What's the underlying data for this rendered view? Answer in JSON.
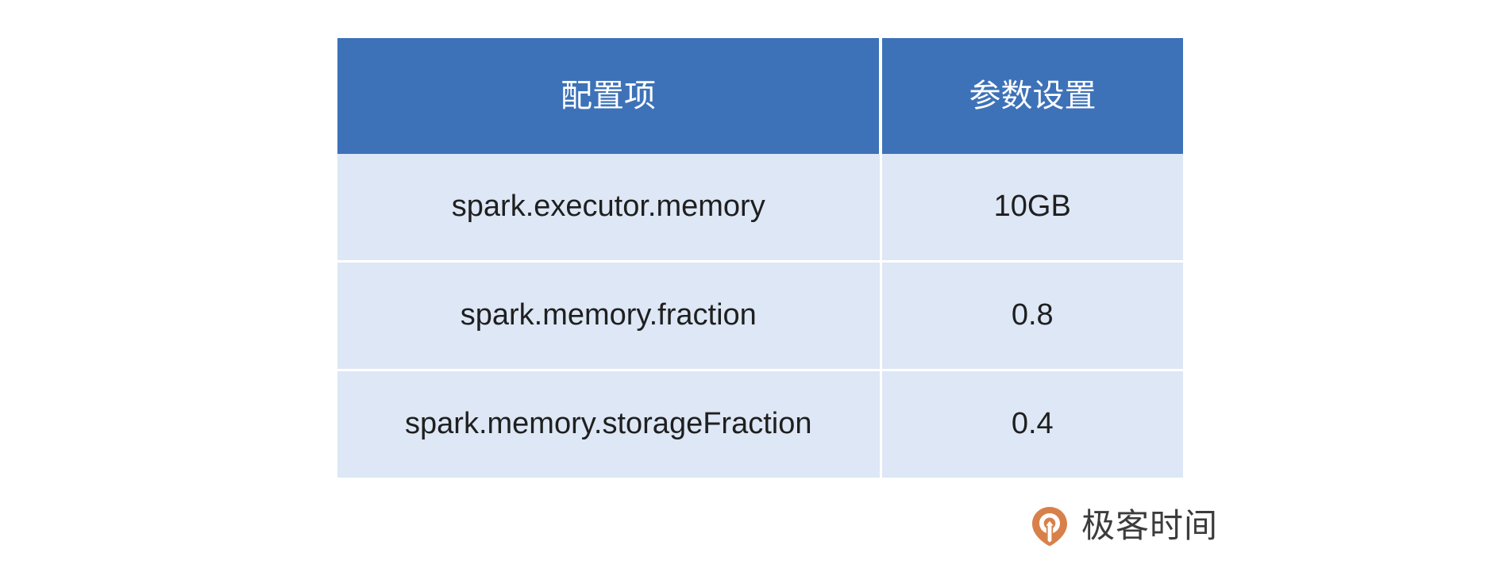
{
  "table": {
    "headers": [
      "配置项",
      "参数设置"
    ],
    "rows": [
      {
        "name": "spark.executor.memory",
        "value": "10GB"
      },
      {
        "name": "spark.memory.fraction",
        "value": "0.8"
      },
      {
        "name": "spark.memory.storageFraction",
        "value": "0.4"
      }
    ]
  },
  "brand": {
    "logo_icon": "geekbang-logo-icon",
    "name": "极客时间"
  },
  "colors": {
    "header_background": "#3d72b8",
    "header_text": "#ffffff",
    "body_background": "#dde7f5",
    "body_text": "#1f1f1f",
    "page_background": "#ffffff",
    "brand_orange": "#d9804a",
    "brand_text": "#3c3c3c"
  }
}
